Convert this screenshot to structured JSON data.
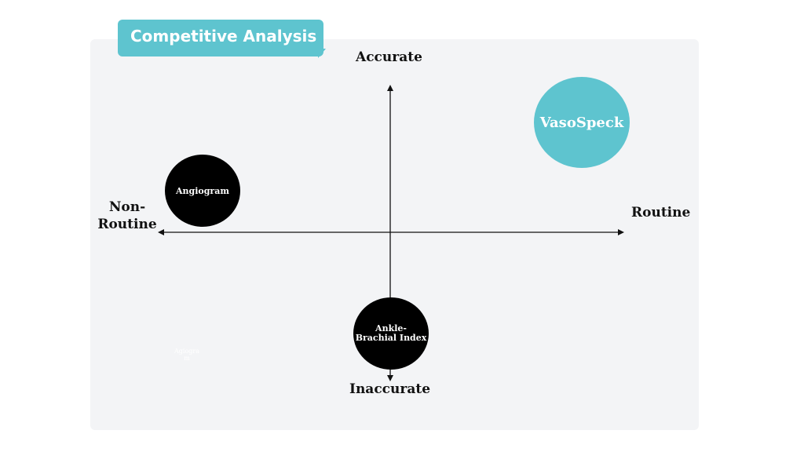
{
  "title": "Competitive Analysis",
  "axes": {
    "top": "Accurate",
    "bottom": "Inaccurate",
    "right": "Routine",
    "left_line1": "Non-",
    "left_line2": "Routine"
  },
  "items": {
    "angiogram": "Angiogram",
    "abi_line1": "Ankle-",
    "abi_line2": "Brachial Index",
    "vasospeck": "VasoSpeck",
    "ghost_line1": "Agiogra",
    "ghost_line2": "m"
  },
  "colors": {
    "accent": "#5ec4cf",
    "panel": "#f3f4f6",
    "bubble_dark": "#000000"
  }
}
